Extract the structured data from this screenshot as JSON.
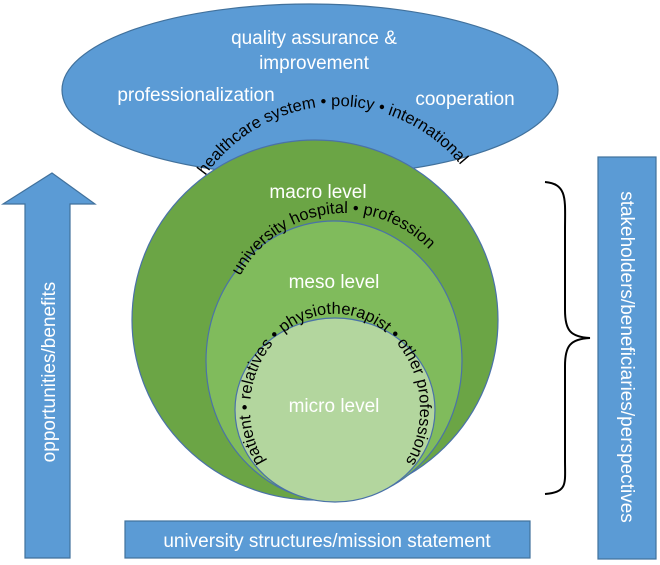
{
  "colors": {
    "blue_fill": "#5b9bd5",
    "blue_stroke": "#41719c",
    "macro_fill": "#6ba545",
    "meso_fill": "#80bb5c",
    "micro_fill": "#b3d69e",
    "ring_stroke": "#4a72a8",
    "brace": "#000000"
  },
  "top_ellipse": {
    "title_line1": "quality assurance &",
    "title_line2": "improvement",
    "left_label": "professionalization",
    "right_label": "cooperation"
  },
  "levels": {
    "macro": {
      "label": "macro level",
      "arc_text": "healthcare system • policy • international"
    },
    "meso": {
      "label": "meso level",
      "arc_text": "university hospital • profession"
    },
    "micro": {
      "label": "micro level",
      "arc_text_top": "patient • relatives • physiotherapist • other professions"
    }
  },
  "left_arrow": {
    "label": "opportunities/benefits"
  },
  "right_box": {
    "label": "stakeholders/beneficiaries/perspectives"
  },
  "bottom_box": {
    "label": "university structures/mission statement"
  }
}
